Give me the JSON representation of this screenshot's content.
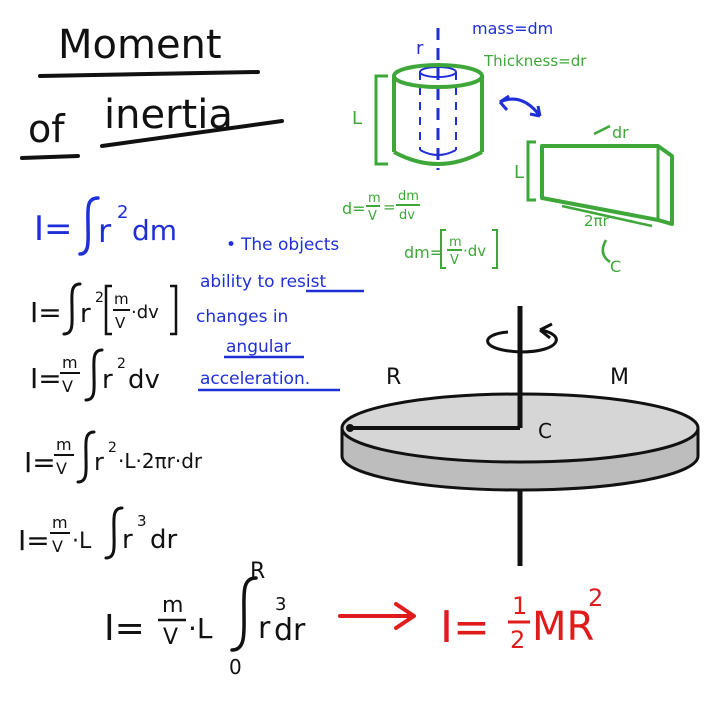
{
  "colors": {
    "ink": "#111111",
    "blue": "#1f2fd8",
    "green": "#3fa73a",
    "red": "#e01b1b",
    "disk_top": "#d6d6d6",
    "disk_edge": "#bdbdbd"
  },
  "title": {
    "line1": "Moment",
    "line2a": "of",
    "line2b": "inertia"
  },
  "definition_formula": {
    "I": "I=",
    "integrand": "r",
    "exp": "2",
    "dm": "dm"
  },
  "note": {
    "bullet": "•",
    "lines": [
      "The objects",
      "ability to resist",
      "changes in",
      "angular",
      "acceleration."
    ]
  },
  "derivation": {
    "step1": {
      "lhs": "I=",
      "r": "r",
      "exp": "2",
      "num": "m",
      "den": "V",
      "tail": "·dv"
    },
    "step2": {
      "lhs": "I=",
      "num": "m",
      "den": "V",
      "r": "r",
      "exp": "2",
      "tail": "dv"
    },
    "step3": {
      "lhs": "I=",
      "num": "m",
      "den": "V",
      "r": "r",
      "exp": "2",
      "tail": "·L·2πr·dr"
    },
    "step4": {
      "lhs": "I=",
      "num": "m",
      "den": "V",
      "mid": "·L",
      "r": "r",
      "exp": "3",
      "tail": "dr"
    },
    "step5": {
      "lhs": "I=",
      "num": "m",
      "den": "V",
      "mid": "·L",
      "upper": "R",
      "lower": "0",
      "r": "r",
      "exp": "3",
      "tail": "dr"
    }
  },
  "result": {
    "lhs": "I=",
    "num": "1",
    "den": "2",
    "mr": "MR",
    "exp": "2"
  },
  "shell": {
    "mass_label": "mass=dm",
    "thickness_label": "Thickness=dr",
    "r_label": "r",
    "L_label": "L",
    "density_lhs": "d=",
    "density_f1_num": "m",
    "density_f1_den": "V",
    "density_eq": "=",
    "density_f2_num": "dm",
    "density_f2_den": "dv",
    "dm_lhs": "dm=",
    "dm_num": "m",
    "dm_den": "V",
    "dm_tail": "·dv"
  },
  "strip": {
    "dr_label": "dr",
    "L_label": "L",
    "circ_label": "2πr",
    "c_label": "C"
  },
  "disk": {
    "R_label": "R",
    "M_label": "M",
    "C_label": "C"
  }
}
